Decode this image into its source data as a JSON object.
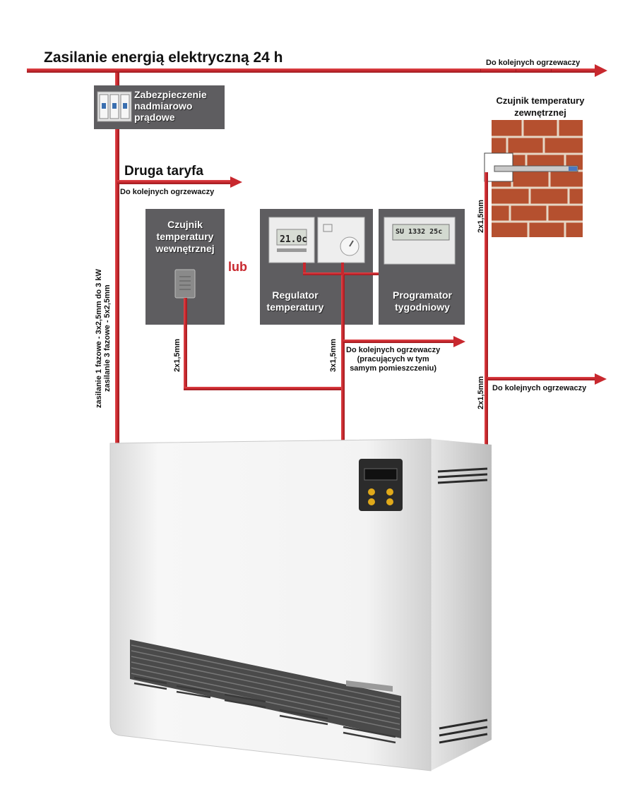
{
  "diagram": {
    "title": "Zasilanie energią elektryczną 24 h",
    "next_heaters_top": "Do kolejnych ogrzewaczy",
    "overcurrent_protection": [
      "Zabezpieczenie",
      "nadmiarowo",
      "prądowe"
    ],
    "second_tariff": "Druga taryfa",
    "next_heaters_tariff": "Do kolejnych ogrzewaczy",
    "outdoor_sensor_title": [
      "Czujnik temperatury",
      "zewnętrznej"
    ],
    "indoor_sensor_label": [
      "Czujnik",
      "temperatury",
      "wewnętrznej"
    ],
    "or_label": "lub",
    "regulator_label": [
      "Regulator",
      "temperatury"
    ],
    "programmer_label": [
      "Programator",
      "tygodniowy"
    ],
    "next_heaters_room": [
      "Do kolejnych ogrzewaczy",
      "(pracujących w tym",
      "samym pomieszczeniu)"
    ],
    "next_heaters_outdoor": "Do kolejnych ogrzewaczy",
    "supply_label_1": "zasilanie 1 fazowe - 3x2,5mm do 3 kW",
    "supply_label_2": "zasilanie 3 fazowe - 5x2,5mm",
    "wire_indoor": "2x1,5mm",
    "wire_regulator": "3x1,5mm",
    "wire_outdoor_top": "2x1,5mm",
    "wire_outdoor_bottom": "2x1,5mm",
    "thermostat_display": "21.0c",
    "programmer_display": "SU 1332 25c"
  },
  "colors": {
    "cable": "#c8282e",
    "panel": "#5e5d60",
    "heater": "#f1f1f1"
  }
}
